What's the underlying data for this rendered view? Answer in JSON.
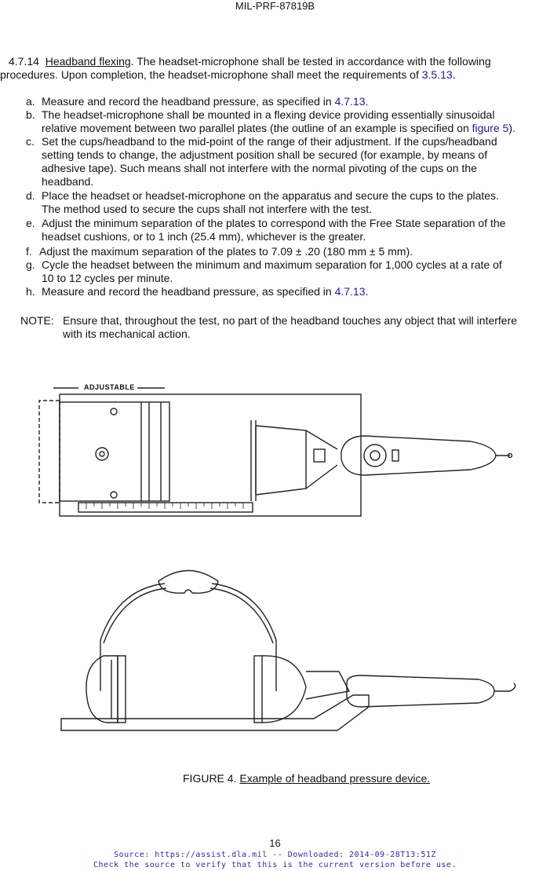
{
  "header": "MIL-PRF-87819B",
  "section": {
    "number": "4.7.14",
    "title": "Headband flexing",
    "intro_line1_rest": ".  The headset-microphone shall be tested in accordance with the following",
    "intro_line2_pre": "procedures.  Upon completion, the headset-microphone shall meet the requirements of ",
    "intro_ref": "3.5.13",
    "intro_line2_post": "."
  },
  "items": [
    {
      "marker": "a.",
      "lines": [
        {
          "pre": "Measure and record the headband pressure, as specified in ",
          "ref": "4.7.13",
          "post": "."
        }
      ]
    },
    {
      "marker": "b.",
      "lines": [
        {
          "pre": "The headset-microphone shall be mounted in a flexing device providing essentially sinusoidal"
        },
        {
          "pre": "relative movement between two parallel plates (the outline of an example is specified on ",
          "ref": "figure 5",
          "post": ")."
        }
      ]
    },
    {
      "marker": "c.",
      "lines": [
        {
          "pre": "Set the cups/headband to the mid-point of the range of their adjustment. If the cups/headband"
        },
        {
          "pre": "setting tends to change, the adjustment position shall be secured (for example, by means of"
        },
        {
          "pre": "adhesive tape). Such means shall not interfere with the normal pivoting of the cups on the"
        },
        {
          "pre": "headband."
        }
      ]
    },
    {
      "marker": "d.",
      "lines": [
        {
          "pre": "Place the headset or headset-microphone on the apparatus and secure the cups to the plates."
        },
        {
          "pre": "The method used to secure the cups shall not interfere with the test."
        }
      ]
    },
    {
      "marker": "e.",
      "lines": [
        {
          "pre": "Adjust the minimum separation of the plates to correspond with the Free State separation of the"
        },
        {
          "pre": "headset cushions, or to 1 inch (25.4 mm), whichever is the greater."
        }
      ]
    },
    {
      "marker": "f.",
      "lines": [
        {
          "pre": "Adjust the maximum separation of the plates to 7.09 ± .20 (180 mm ± 5 mm)."
        }
      ]
    },
    {
      "marker": "g.",
      "lines": [
        {
          "pre": "Cycle the headset between the minimum and maximum separation for 1,000 cycles at a rate of"
        },
        {
          "pre": "10 to 12 cycles per minute."
        }
      ]
    },
    {
      "marker": "h.",
      "lines": [
        {
          "pre": "Measure and record the headband pressure, as specified in ",
          "ref": "4.7.13",
          "post": "."
        }
      ]
    }
  ],
  "note": {
    "label": "NOTE:",
    "line1": "Ensure that, throughout the test, no part of the headband touches any object that will interfere",
    "line2": "with its mechanical action."
  },
  "figure": {
    "adjustable_label": "ADJUSTABLE",
    "caption_prefix": "FIGURE 4.  ",
    "caption_title": "Example of headband pressure device."
  },
  "page_number": "16",
  "footer": {
    "line1": "Source: https://assist.dla.mil -- Downloaded: 2014-09-28T13:51Z",
    "line2": "Check the source to verify that this is the current version before use."
  }
}
